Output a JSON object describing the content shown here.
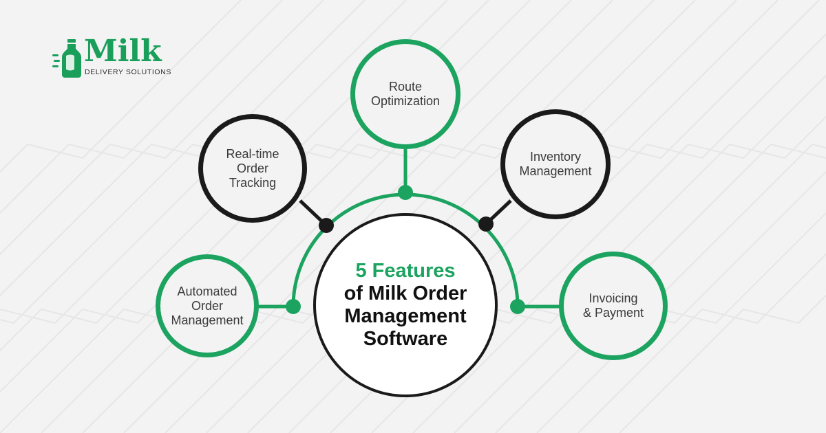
{
  "logo": {
    "name": "Milk",
    "tagline": "DELIVERY SOLUTIONS"
  },
  "center": {
    "accent": "5 Features",
    "title": "of Milk Order\nManagement\nSoftware"
  },
  "features": [
    {
      "label": "Automated\nOrder\nManagement",
      "ring": "green"
    },
    {
      "label": "Real-time\nOrder\nTracking",
      "ring": "black"
    },
    {
      "label": "Route\nOptimization",
      "ring": "green"
    },
    {
      "label": "Inventory\nManagement",
      "ring": "black"
    },
    {
      "label": "Invoicing\n& Payment",
      "ring": "green"
    }
  ],
  "colors": {
    "accent": "#1ba35f",
    "dark": "#1a1a1a",
    "background": "#f3f3f3"
  }
}
